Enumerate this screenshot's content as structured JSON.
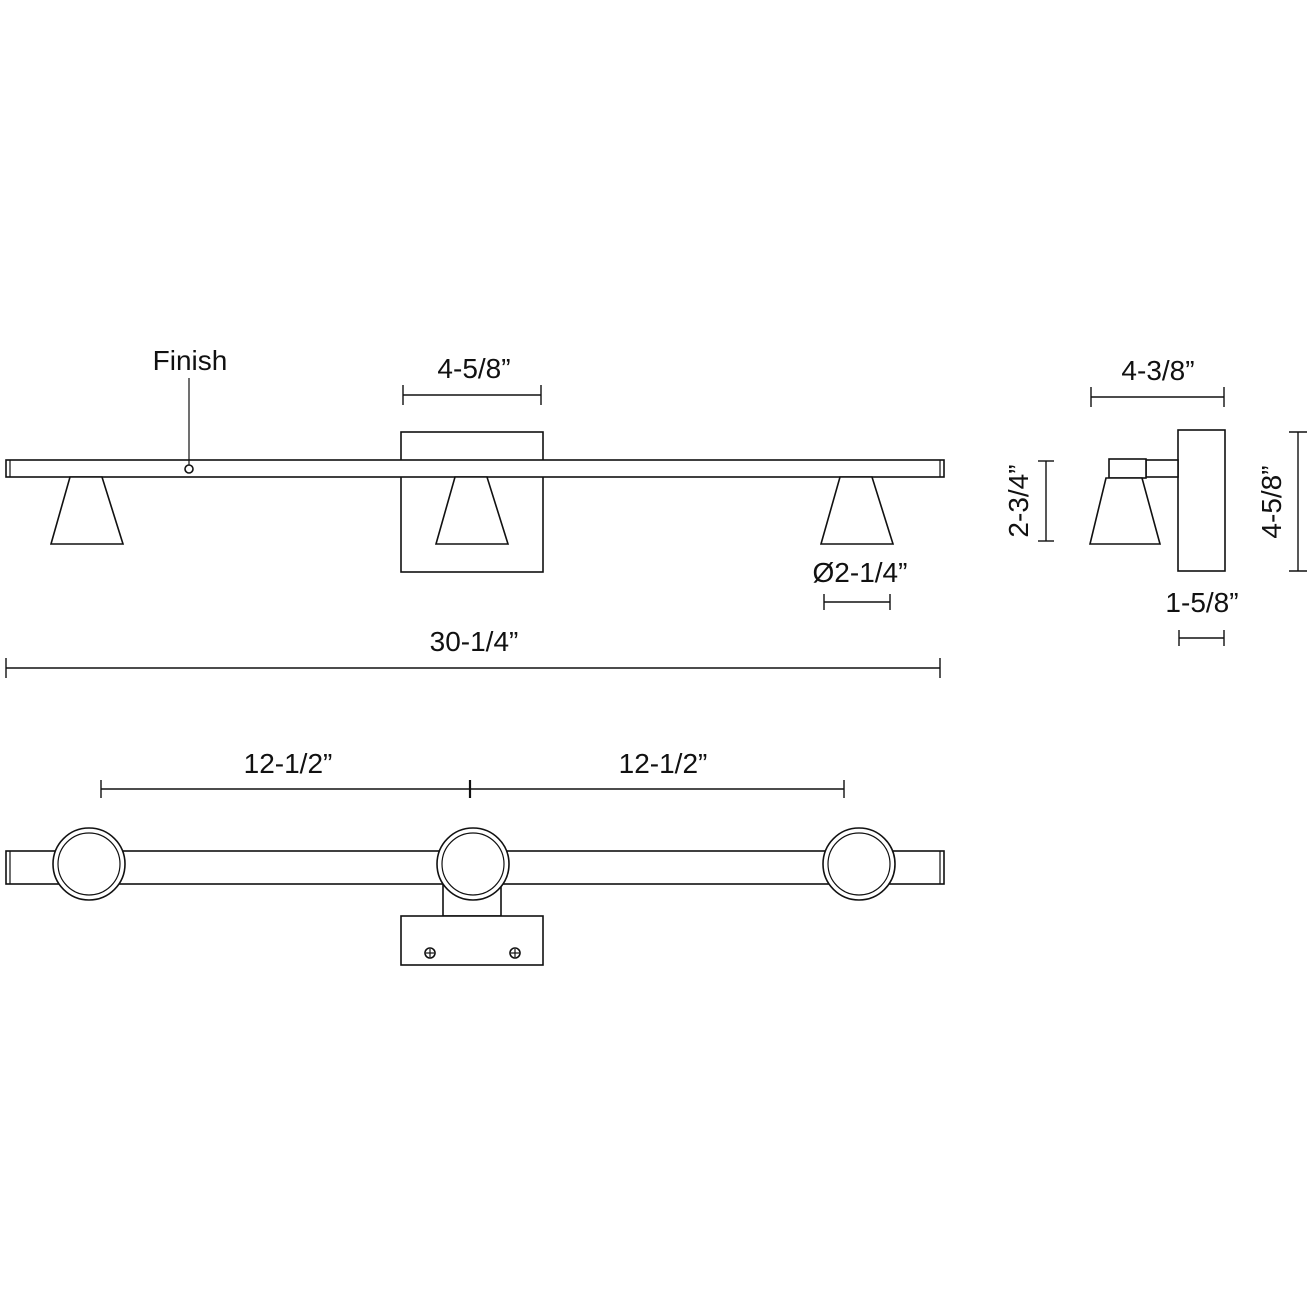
{
  "labels": {
    "finish": "Finish",
    "backplate_width": "4-5/8”",
    "shade_diameter": "Ø2-1/4”",
    "overall_width": "30-1/4”",
    "side_depth": "4-3/8”",
    "side_shade_height": "2-3/4”",
    "side_backplate_height": "4-5/8”",
    "side_backplate_depth": "1-5/8”",
    "spacing_left": "12-1/2”",
    "spacing_right": "12-1/2”"
  }
}
